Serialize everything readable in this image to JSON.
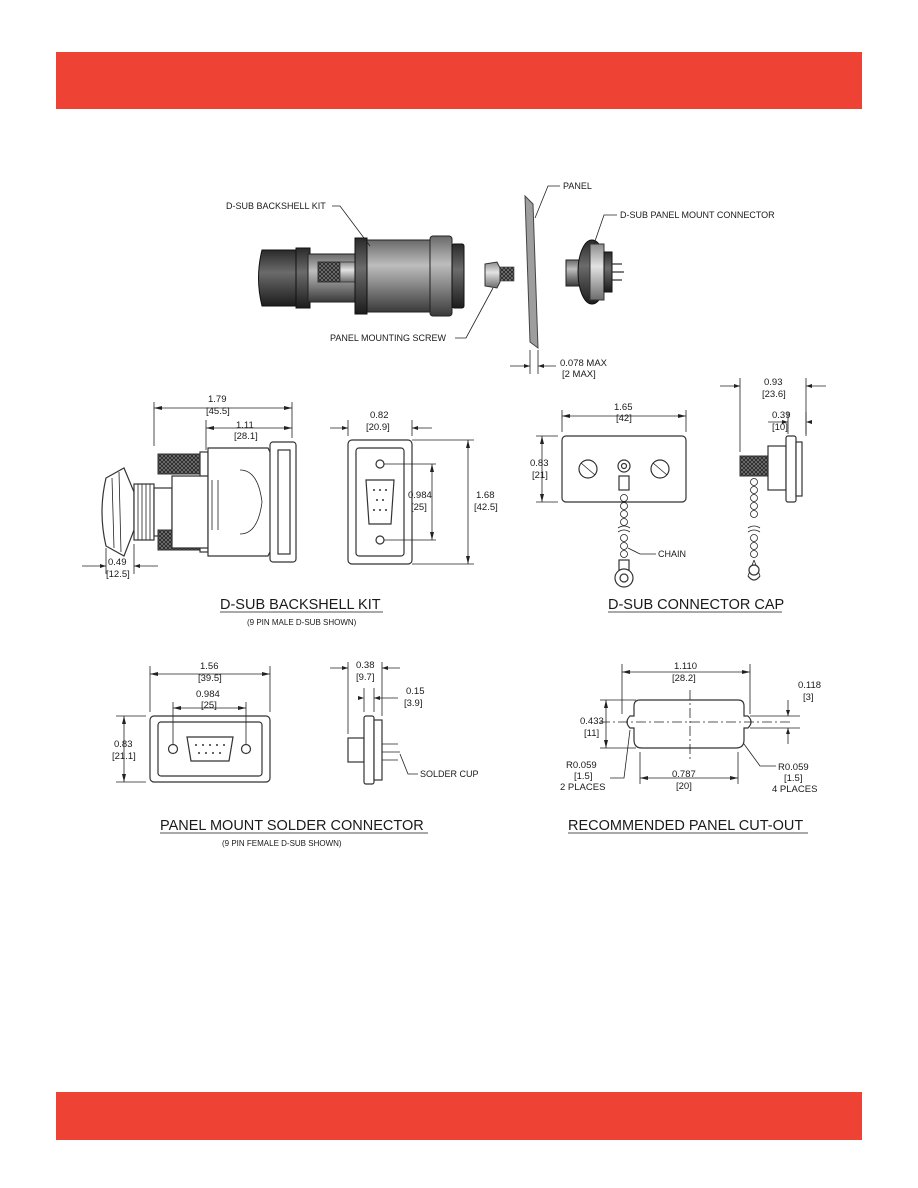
{
  "colors": {
    "band": "#ee4234",
    "metal_dark": "#3a3a3a",
    "metal_mid": "#8a8a8a",
    "metal_light": "#c9c9c9",
    "panel": "#9e9e9e"
  },
  "exploded": {
    "backshell_label": "D-SUB BACKSHELL KIT",
    "panel_label": "PANEL",
    "connector_label": "D-SUB PANEL MOUNT CONNECTOR",
    "screw_label": "PANEL MOUNTING SCREW",
    "thickness": "0.078 MAX",
    "thickness_mm": "[2 MAX]"
  },
  "backshell": {
    "title": "D-SUB BACKSHELL KIT",
    "subtitle": "(9 PIN MALE D-SUB SHOWN)",
    "d_overall": "1.79",
    "d_overall_mm": "[45.5]",
    "d_body": "1.11",
    "d_body_mm": "[28.1]",
    "d_gland": "0.49",
    "d_gland_mm": "[12.5]",
    "d_width": "0.82",
    "d_width_mm": "[20.9]",
    "d_height": "1.68",
    "d_height_mm": "[42.5]",
    "d_spacing": "0.984",
    "d_spacing_mm": "[25]"
  },
  "cap": {
    "title": "D-SUB CONNECTOR CAP",
    "d_width": "1.65",
    "d_width_mm": "[42]",
    "d_height": "0.83",
    "d_height_mm": "[21]",
    "d_overall": "0.93",
    "d_overall_mm": "[23.6]",
    "d_depth": "0.39",
    "d_depth_mm": "[10]",
    "chain_label": "CHAIN"
  },
  "solder": {
    "title": "PANEL MOUNT SOLDER CONNECTOR",
    "subtitle": "(9 PIN FEMALE D-SUB SHOWN)",
    "d_width": "1.56",
    "d_width_mm": "[39.5]",
    "d_spacing": "0.984",
    "d_spacing_mm": "[25]",
    "d_height": "0.83",
    "d_height_mm": "[21.1]",
    "d_depth": "0.38",
    "d_depth_mm": "[9.7]",
    "d_flange": "0.15",
    "d_flange_mm": "[3.9]",
    "cup_label": "SOLDER CUP"
  },
  "cutout": {
    "title": "RECOMMENDED PANEL CUT-OUT",
    "d_width": "1.110",
    "d_width_mm": "[28.2]",
    "d_slot": "0.118",
    "d_slot_mm": "[3]",
    "d_height": "0.433",
    "d_height_mm": "[11]",
    "d_inner": "0.787",
    "d_inner_mm": "[20]",
    "r_left": "R0.059",
    "r_left_mm": "[1.5]",
    "r_left_places": "2 PLACES",
    "r_right": "R0.059",
    "r_right_mm": "[1.5]",
    "r_right_places": "4 PLACES"
  }
}
